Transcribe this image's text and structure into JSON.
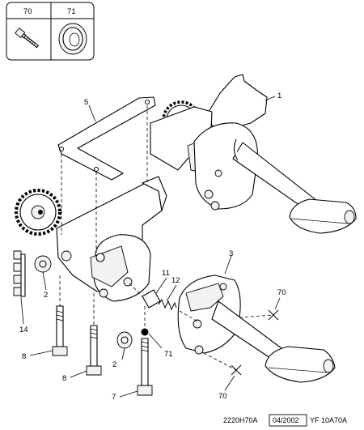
{
  "legend": {
    "items": [
      {
        "ref": "70",
        "icon": "bolt-icon"
      },
      {
        "ref": "71",
        "icon": "seal-ring-icon"
      }
    ]
  },
  "callouts": {
    "c1": "1",
    "c2a": "2",
    "c2b": "2",
    "c3": "3",
    "c5": "5",
    "c7": "7",
    "c8a": "8",
    "c8b": "8",
    "c11": "11",
    "c12": "12",
    "c14": "14",
    "c70a": "70",
    "c70b": "70",
    "c71": "71"
  },
  "footer": {
    "ref": "2220H70A",
    "date": "04/2002",
    "code": "YF 10A70A"
  }
}
